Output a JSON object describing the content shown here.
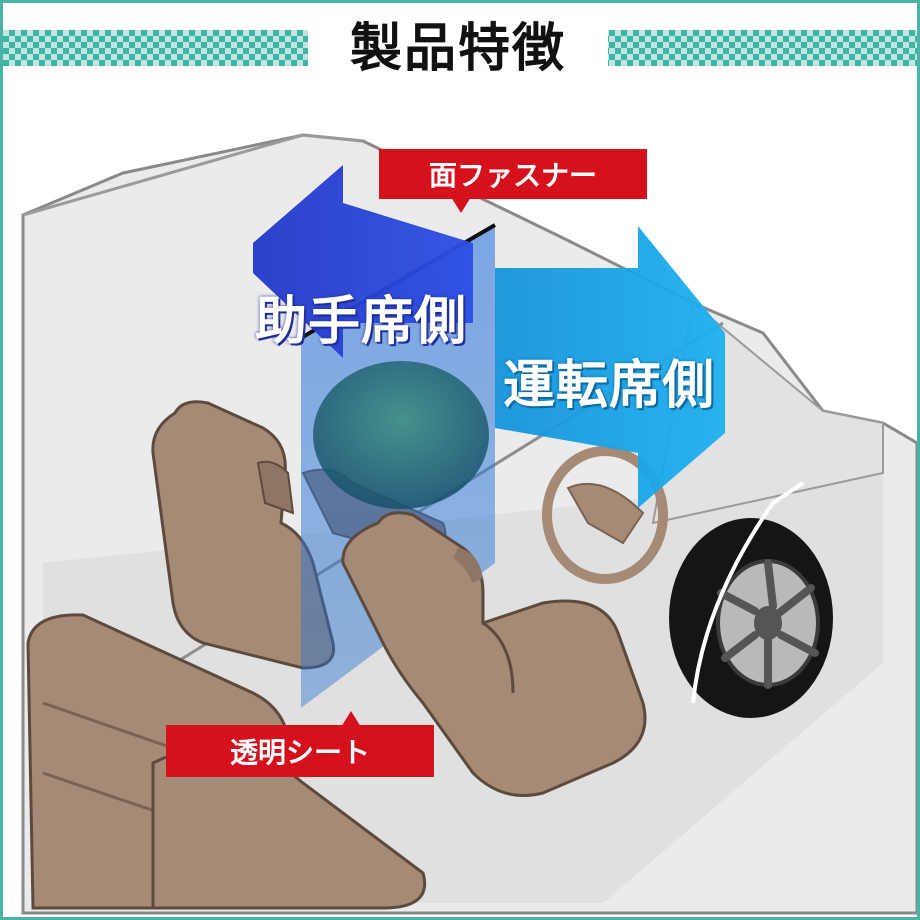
{
  "title": "製品特徴",
  "labels": {
    "zipper": "面ファスナー",
    "sheet": "透明シート"
  },
  "arrows": {
    "left": "助手席側",
    "right": "運転席側"
  },
  "colors": {
    "frame": "#4ab3a7",
    "banner": "#3fb3a6",
    "label_bg": "#d4111d",
    "arrow_left": "#2a43d6",
    "arrow_right": "#17a6e8",
    "seat": "#a58a76",
    "tire": "#1a1a1a"
  }
}
